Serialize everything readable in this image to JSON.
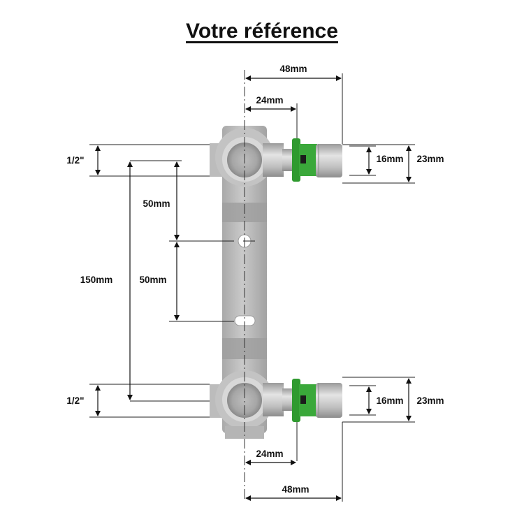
{
  "title": "Votre référence",
  "dimensions": {
    "top_48": "48mm",
    "top_24": "24mm",
    "bottom_24": "24mm",
    "bottom_48": "48mm",
    "thread_top": "1/2\"",
    "thread_bottom": "1/2\"",
    "spacing_upper": "50mm",
    "spacing_lower": "50mm",
    "center_distance": "150mm",
    "pipe_inner_top": "16mm",
    "pipe_outer_top": "23mm",
    "pipe_inner_bottom": "16mm",
    "pipe_outer_bottom": "23mm"
  },
  "colors": {
    "body_grey": "#b9b9b9",
    "fitting_green": "#2f9a2f",
    "metal": "#c8c8c8",
    "line": "#111111"
  }
}
